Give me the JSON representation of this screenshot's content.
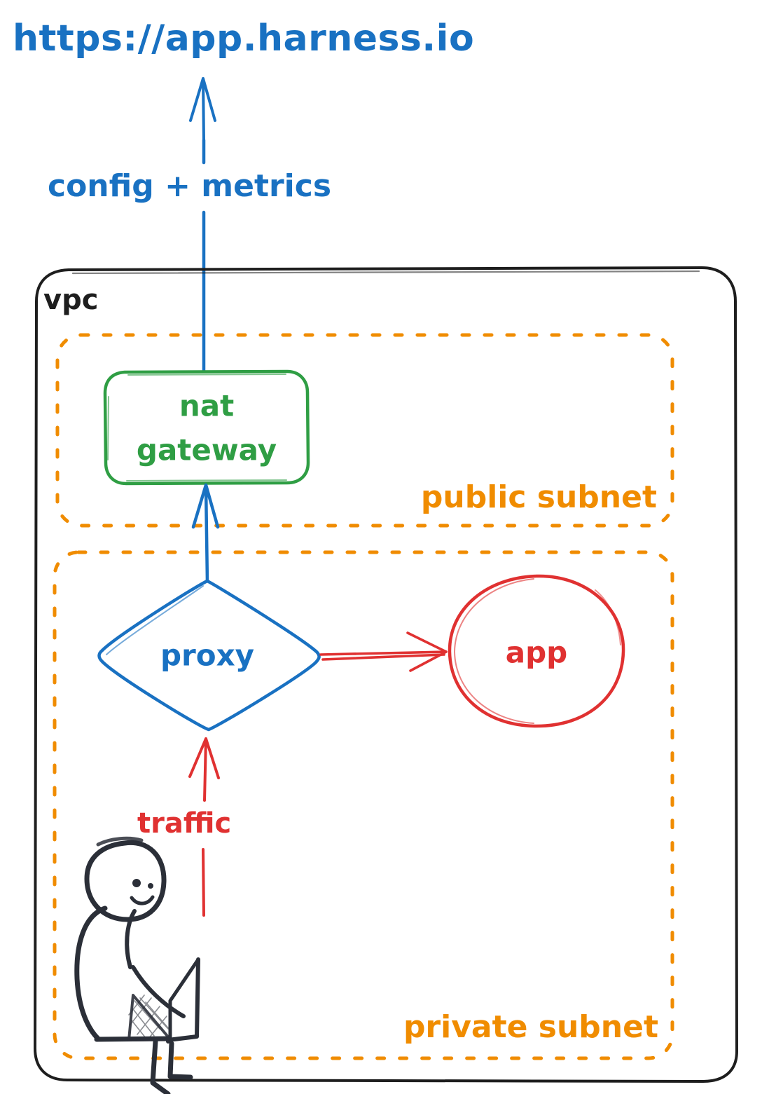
{
  "diagram": {
    "title": "https://app.harness.io",
    "background_color": "#ffffff",
    "colors": {
      "blue": "#1971c2",
      "green": "#2f9e44",
      "red": "#e03131",
      "orange": "#f08c00",
      "ink": "#1e1e1e"
    },
    "external": {
      "url_label": "https://app.harness.io",
      "uplink_label": "config + metrics"
    },
    "vpc": {
      "label": "vpc",
      "public_subnet": {
        "label": "public subnet",
        "nodes": [
          {
            "id": "nat-gateway",
            "label_line1": "nat",
            "label_line2": "gateway",
            "shape": "rounded-rect",
            "color": "#2f9e44"
          }
        ]
      },
      "private_subnet": {
        "label": "private subnet",
        "nodes": [
          {
            "id": "proxy",
            "label": "proxy",
            "shape": "diamond",
            "color": "#1971c2"
          },
          {
            "id": "app",
            "label": "app",
            "shape": "ellipse",
            "color": "#e03131"
          },
          {
            "id": "user",
            "label": "",
            "shape": "stick-figure-with-laptop",
            "color": "#1e1e1e"
          }
        ]
      }
    },
    "edges": [
      {
        "id": "nat-to-internet",
        "from": "nat-gateway",
        "to": "https://app.harness.io",
        "label": "config + metrics",
        "color": "#1971c2"
      },
      {
        "id": "proxy-to-nat",
        "from": "proxy",
        "to": "nat-gateway",
        "label": "",
        "color": "#1971c2"
      },
      {
        "id": "proxy-to-app",
        "from": "proxy",
        "to": "app",
        "label": "",
        "color": "#e03131"
      },
      {
        "id": "user-to-proxy",
        "from": "user",
        "to": "proxy",
        "label": "traffic",
        "color": "#e03131"
      }
    ],
    "labels": {
      "traffic": "traffic"
    }
  }
}
